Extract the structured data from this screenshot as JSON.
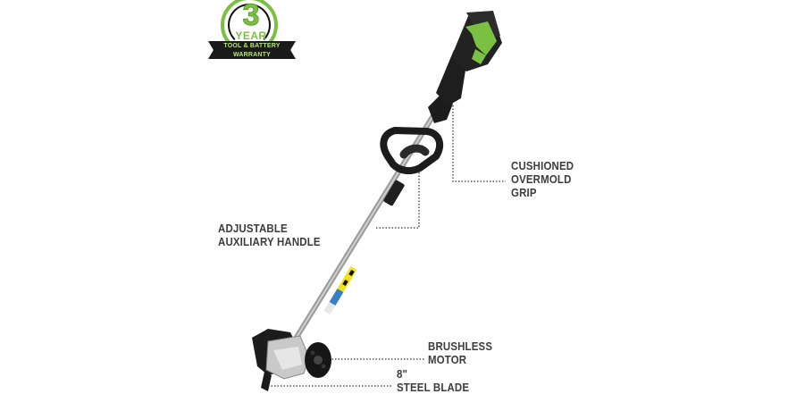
{
  "badge": {
    "number": "3",
    "year": "YEAR",
    "line1": "TOOL & BATTERY",
    "line2": "WARRANTY",
    "accent_color": "#7ac143"
  },
  "callouts": [
    {
      "id": "grip",
      "lines": [
        "CUSHIONED",
        "OVERMOLD",
        "GRIP"
      ]
    },
    {
      "id": "handle",
      "lines": [
        "ADJUSTABLE",
        "AUXILIARY HANDLE"
      ]
    },
    {
      "id": "motor",
      "lines": [
        "BRUSHLESS",
        "MOTOR"
      ]
    },
    {
      "id": "blade",
      "lines": [
        "8\"",
        "STEEL BLADE"
      ]
    }
  ],
  "product": {
    "type": "cordless-edger",
    "brand_color": "#7ac143"
  }
}
